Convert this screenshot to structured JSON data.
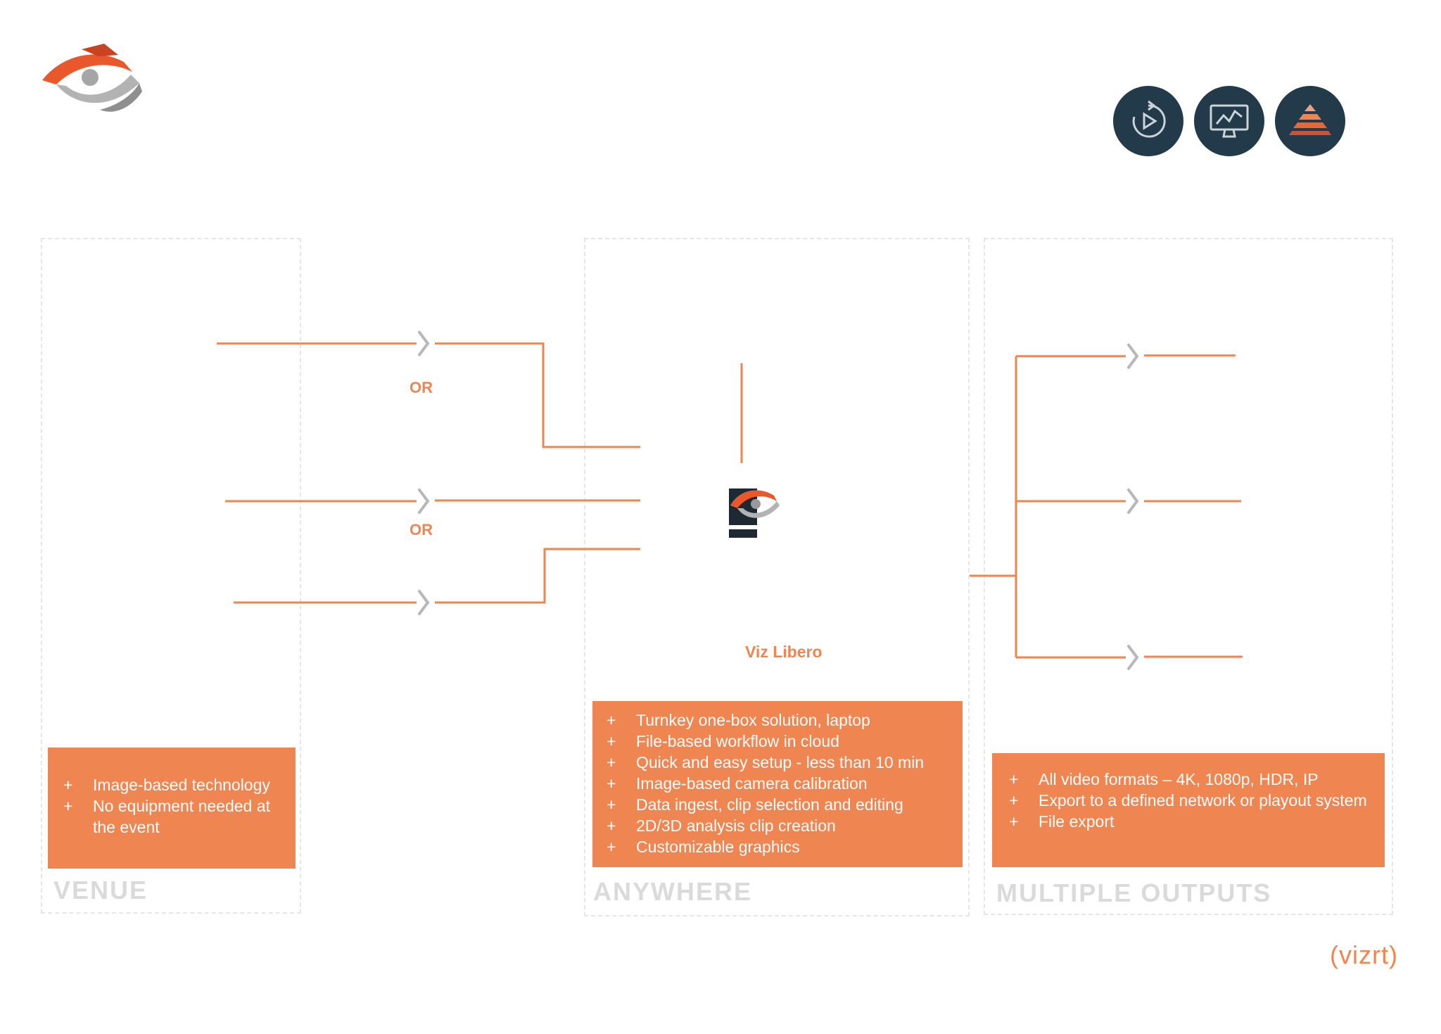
{
  "brand": {
    "text": "vizrt",
    "accent_color": "#ef8551",
    "dark_color": "#223a49"
  },
  "product_icons": [
    {
      "icon": "replay-icon"
    },
    {
      "icon": "analytics-monitor-icon"
    },
    {
      "icon": "layers-pyramid-icon"
    }
  ],
  "venue": {
    "label": "VENUE",
    "bullets": [
      "Image-based technology",
      "No equipment needed at the event"
    ]
  },
  "or_labels": [
    "OR",
    "OR"
  ],
  "anywhere": {
    "label": "ANYWHERE",
    "product_name": "Viz Libero",
    "bullets": [
      "Turnkey one-box solution, laptop",
      "File-based workflow in cloud",
      "Quick and easy setup - less than 10 min",
      "Image-based camera calibration",
      "Data ingest, clip selection and editing",
      "2D/3D analysis clip creation",
      "Customizable graphics"
    ]
  },
  "outputs": {
    "label": "MULTIPLE OUTPUTS",
    "bullets": [
      "All video formats – 4K, 1080p, HDR, IP",
      "Export to a defined network or playout system",
      "File export"
    ]
  }
}
